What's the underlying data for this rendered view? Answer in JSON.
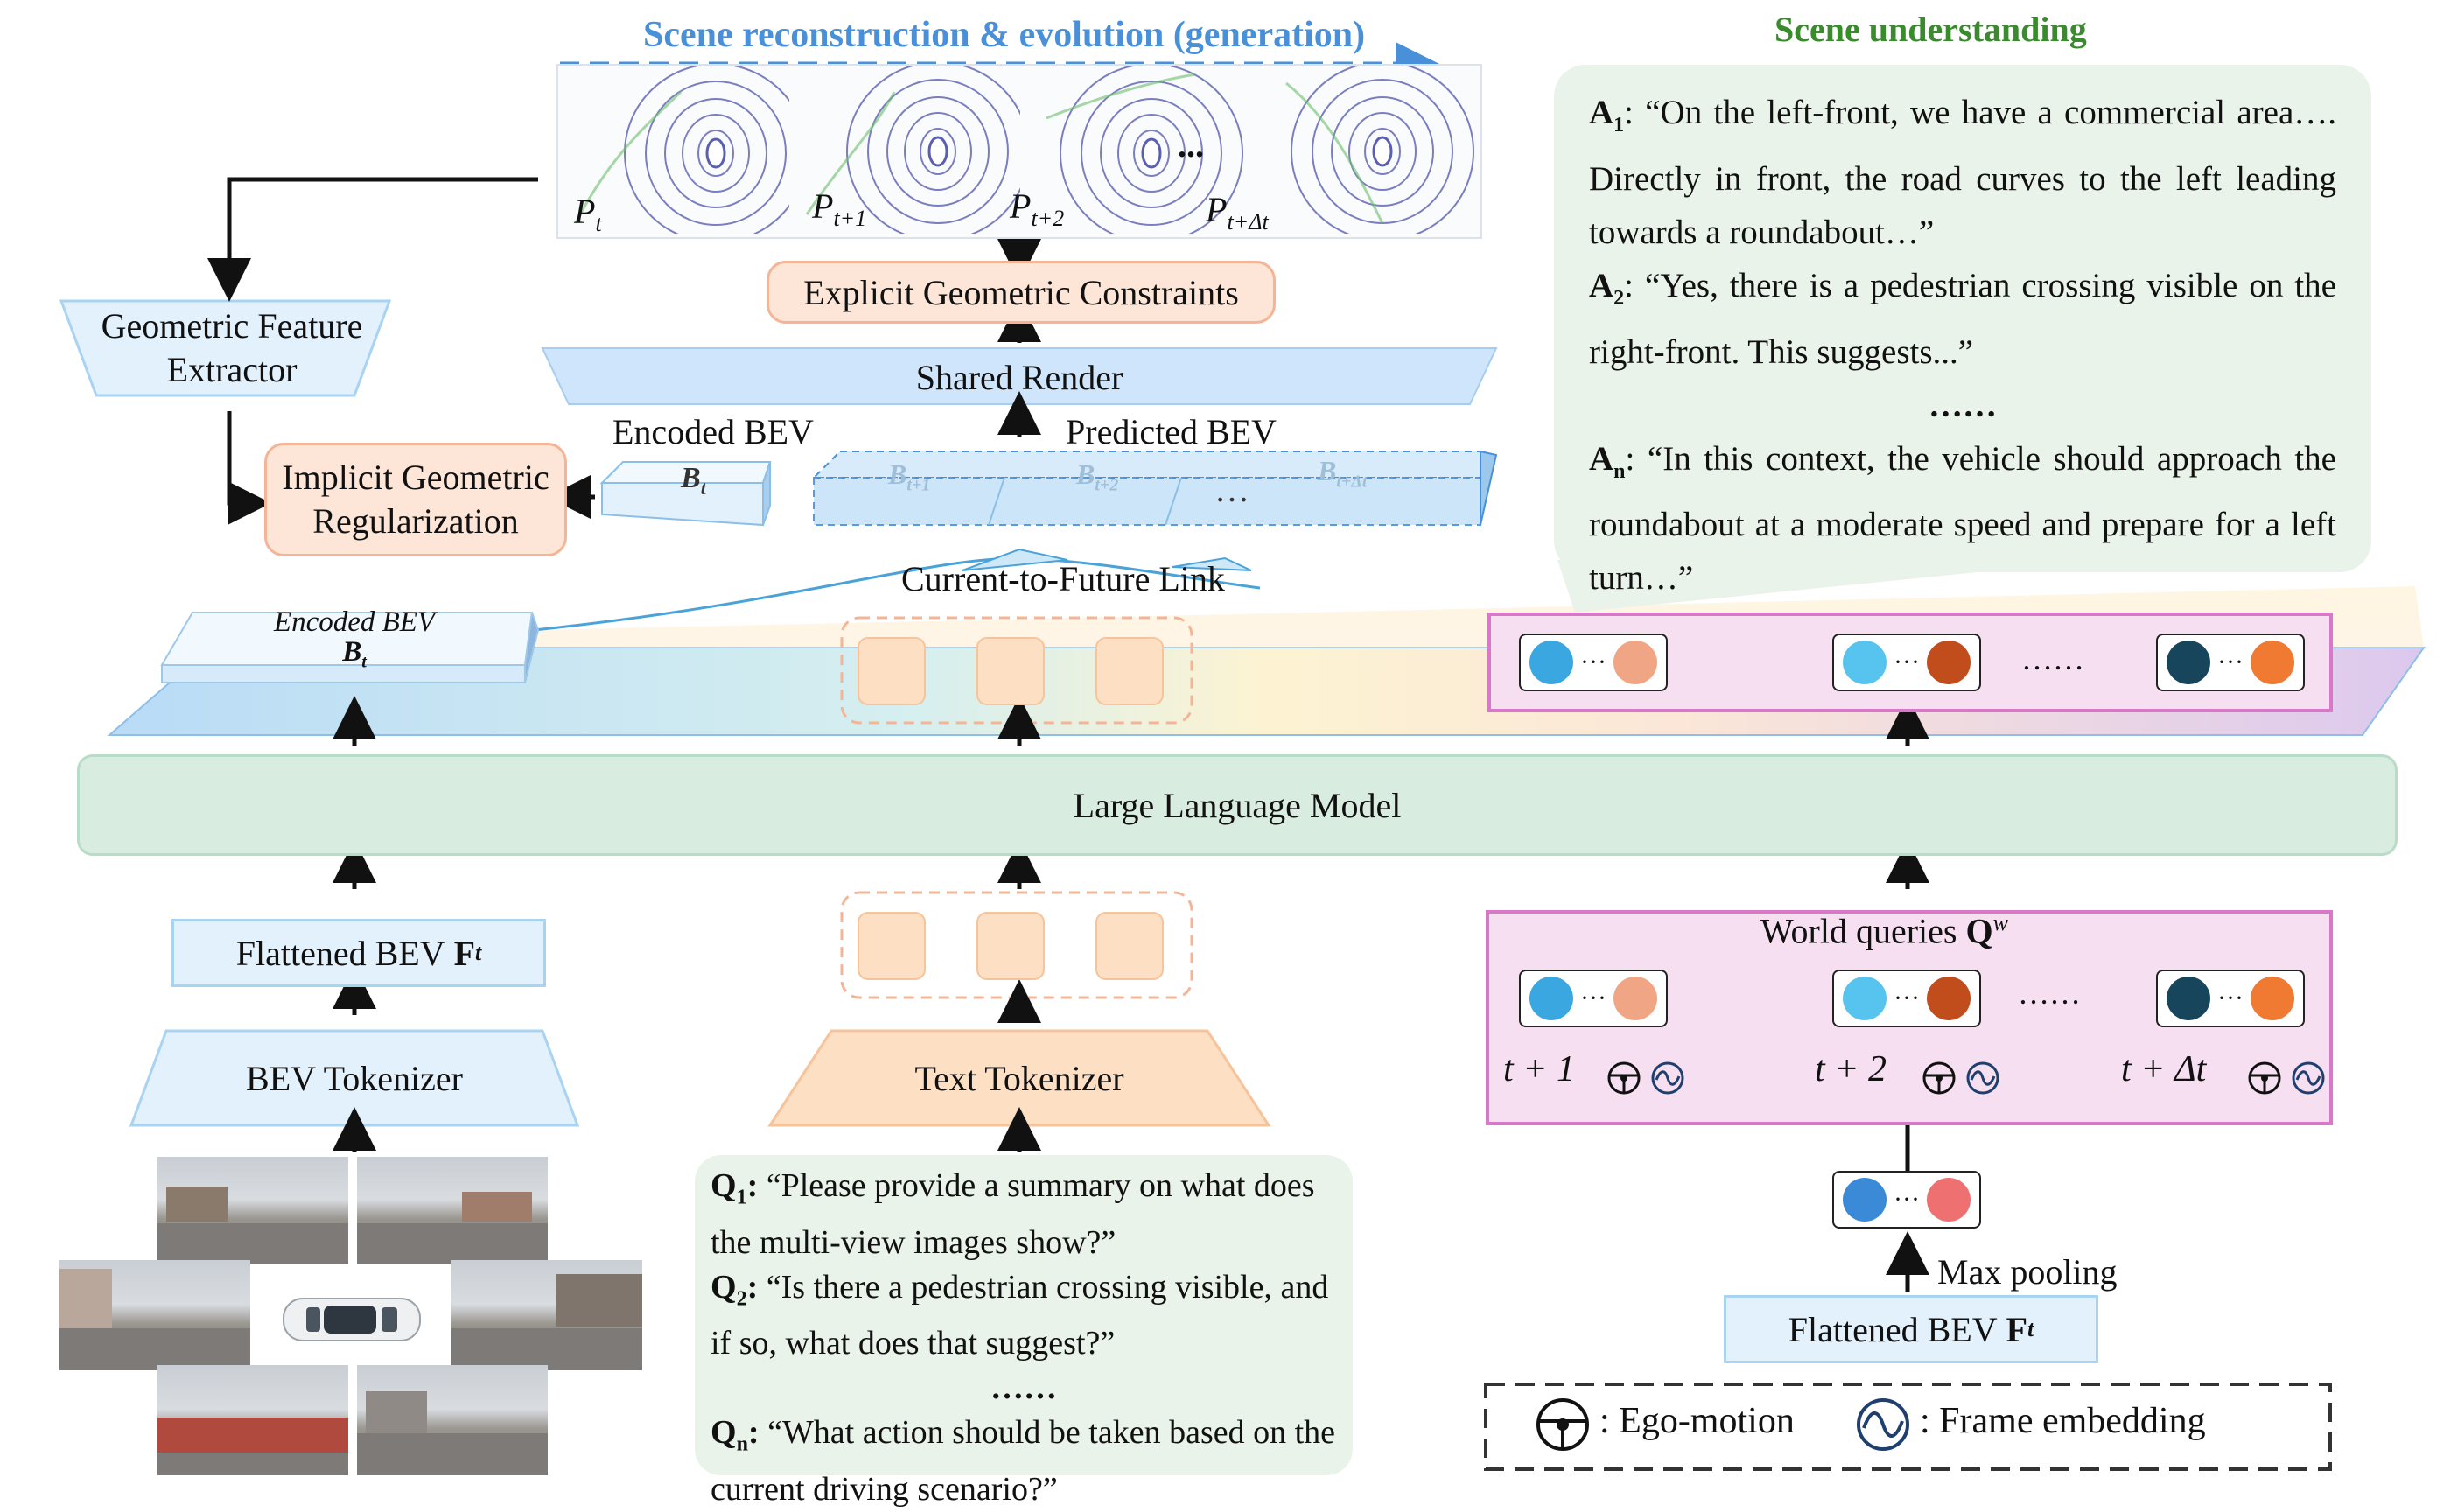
{
  "generation": {
    "title": "Scene reconstruction & evolution (generation)",
    "color": "#4a90d9"
  },
  "frames": [
    {
      "base": "P",
      "sub": "t"
    },
    {
      "base": "P",
      "sub": "t+1"
    },
    {
      "base": "P",
      "sub": "t+2"
    },
    {
      "base": "P",
      "sub": "t+Δt"
    }
  ],
  "frames_ellipsis": "...",
  "explicit_constraints": "Explicit Geometric Constraints",
  "shared_render": "Shared Render",
  "geometric_extractor": {
    "line1": "Geometric Feature",
    "line2": "Extractor"
  },
  "implicit_reg": {
    "line1": "Implicit Geometric",
    "line2": "Regularization"
  },
  "encoded_bev_label": "Encoded BEV",
  "encoded_bev_symbol": {
    "base": "B",
    "sub": "t"
  },
  "predicted_bev_label": "Predicted BEV",
  "predicted_bev_tokens": [
    {
      "base": "B",
      "sub": "t+1"
    },
    {
      "base": "B",
      "sub": "t+2"
    },
    {
      "base": "B",
      "sub": "t+Δt"
    }
  ],
  "predicted_ellipsis": "…",
  "current_future_link": "Current-to-Future Link",
  "understanding": {
    "title": "Scene understanding",
    "color": "#3a8a2e",
    "answers": [
      {
        "label": "A",
        "sub": "1",
        "text": "“On the left-front, we have a commercial area…. Directly in front, the road curves to the left leading towards a roundabout…”"
      },
      {
        "label": "A",
        "sub": "2",
        "text": "“Yes, there is a pedestrian crossing visible on the right-front. This suggests...”"
      },
      {
        "label": "A",
        "sub": "n",
        "text": "“In this context, the vehicle should approach the roundabout at a moderate speed and prepare for a left turn…”"
      }
    ],
    "ellipsis": "……"
  },
  "llm": "Large Language Model",
  "encoded_bev_plane": {
    "line1": "Encoded BEV",
    "line2": "B",
    "sub": "t"
  },
  "flattened_bev_left": {
    "text": "Flattened BEV ",
    "symbol": "F",
    "sub": "t"
  },
  "bev_tokenizer": "BEV Tokenizer",
  "text_tokenizer": "Text Tokenizer",
  "questions": [
    {
      "label": "Q",
      "sub": "1",
      "text": "“Please provide a summary on what does the multi-view images show?”"
    },
    {
      "label": "Q",
      "sub": "2",
      "text": "“Is there a pedestrian crossing visible, and if so, what does that suggest?”"
    },
    {
      "label": "Q",
      "sub": "n",
      "text": "“What action should be taken based on the current driving scenario?”"
    }
  ],
  "questions_ellipsis": "……",
  "world_queries": {
    "text": "World queries ",
    "symbol": "Q",
    "sup": "w"
  },
  "query_ellipsis": "……",
  "time_labels": [
    "t + 1",
    "t + 2",
    "t + Δt"
  ],
  "max_pooling": "Max pooling",
  "flattened_bev_right": {
    "text": "Flattened BEV ",
    "symbol": "F",
    "sub": "t"
  },
  "legend": {
    "ego": ": Ego-motion",
    "frame": ": Frame embedding"
  },
  "colors": {
    "pink_panel": "#f6dff0",
    "pink_border": "#d977c8",
    "llm_fill": "#d9ece0",
    "orange_box": "#fde6d8",
    "blue_box": "#e3f1fc",
    "dot_blue": "#3ba7e0",
    "dot_light_blue": "#57c4ef",
    "dot_navy": "#17455c",
    "dot_peach": "#f0a585",
    "dot_rust": "#c24d1c",
    "dot_orange": "#f07a32"
  }
}
